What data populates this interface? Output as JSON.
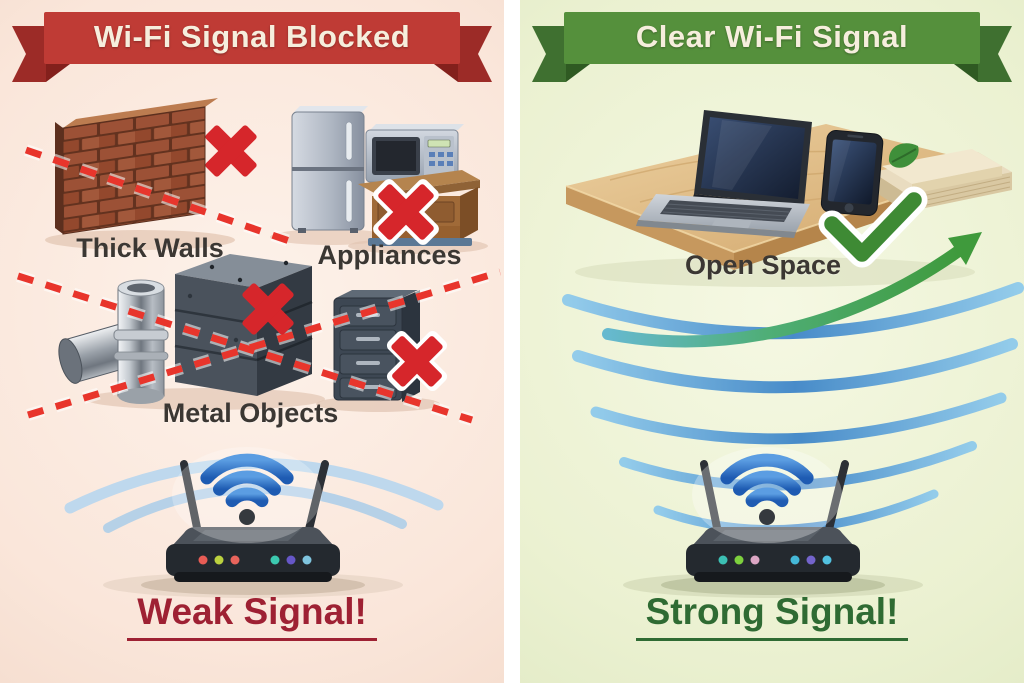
{
  "left_panel": {
    "banner": "Wi-Fi Signal Blocked",
    "labels": [
      {
        "id": "thick_walls",
        "text": "Thick Walls"
      },
      {
        "id": "appliances",
        "text": "Appliances"
      },
      {
        "id": "metal_objects",
        "text": "Metal Objects"
      }
    ],
    "verdict": "Weak Signal!",
    "icons": [
      "ribbon-banner",
      "brick-wall-icon",
      "refrigerator-icon",
      "microwave-icon",
      "wood-cabinet-icon",
      "metal-pipe-icon",
      "metal-blocks-icon",
      "filing-cabinet-icon",
      "x-mark-icon",
      "blocked-signal-dashed-line",
      "signal-arcs",
      "wifi-icon",
      "router-icon"
    ],
    "router_leds": [
      "#e85c55",
      "#bcd23f",
      "#e8645c",
      "#3cc9b0",
      "#6657c8",
      "#7fc4de"
    ]
  },
  "right_panel": {
    "banner": "Clear Wi-Fi Signal",
    "labels": [
      {
        "id": "open_space",
        "text": "Open Space"
      }
    ],
    "verdict": "Strong Signal!",
    "icons": [
      "ribbon-banner",
      "desk-icon",
      "laptop-icon",
      "smartphone-icon",
      "paper-stack-icon",
      "leaf-icon",
      "check-mark-icon",
      "growth-arrow-icon",
      "signal-arcs",
      "wifi-icon",
      "router-icon"
    ],
    "router_leds": [
      "#3cc0b4",
      "#7ed13e",
      "#dca6c4",
      "#45b8d8",
      "#7464cc",
      "#52c1e0"
    ]
  },
  "colors": {
    "banner_red": "#bf3b35",
    "banner_red_dark": "#9c2b27",
    "banner_red_darker": "#83201c",
    "banner_green": "#55903c",
    "banner_green_dark": "#3f7030",
    "banner_green_darker": "#2f5a22",
    "banner_text": "#f6eedd",
    "bg_left": "#fbe9df",
    "bg_right": "#eaf0d0",
    "dashed_red": "#e8352c",
    "x_red": "#d6262b",
    "label_text": "#3b3733",
    "weak_text": "#9e2133",
    "strong_text": "#2f6b33",
    "wifi_blue": "#2f6ec4",
    "arc_blue": "#5aa3d8",
    "arrow_green": "#3f9a3c",
    "check_green": "#3e8a34"
  }
}
